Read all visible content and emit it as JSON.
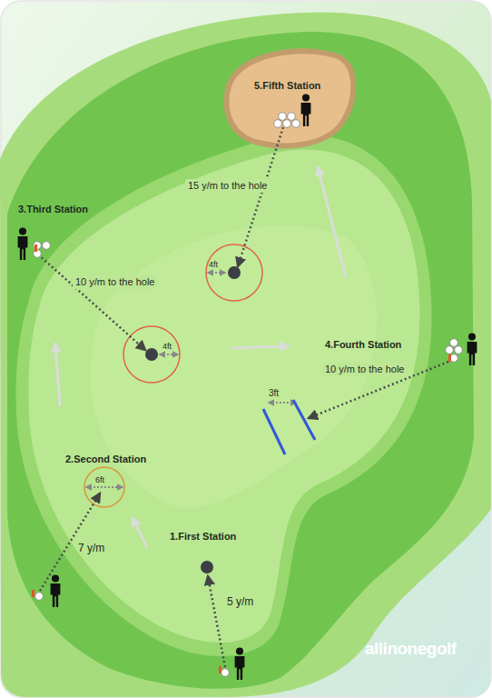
{
  "diagram": {
    "labels": [
      "5.Fifth Station",
      "15 y/m to the hole",
      "4ft",
      "3.Third Station",
      "10 y/m to the hole",
      "4ft",
      "4.Fourth Station",
      "10 y/m to the hole",
      "3ft",
      "2.Second Station",
      "6ft",
      "7 y/m",
      "1.First Station",
      "5 y/m",
      "allinonegolf"
    ]
  }
}
